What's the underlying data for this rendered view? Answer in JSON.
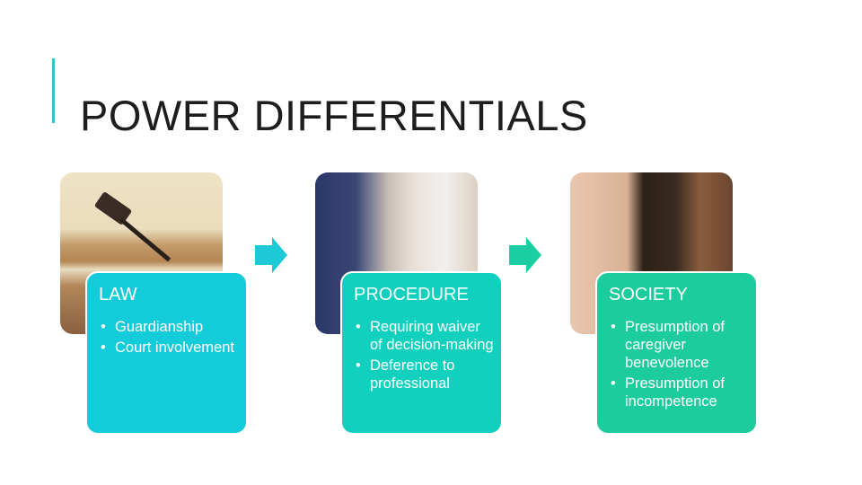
{
  "slide": {
    "title": "POWER DIFFERENTIALS",
    "accent_color": "#3bbfcf"
  },
  "cards": [
    {
      "title": "LAW",
      "image": "gavel-on-books-photo",
      "color": "#14cbd9",
      "bullets": [
        "Guardianship",
        "Court involvement"
      ]
    },
    {
      "title": "PROCEDURE",
      "image": "office-worker-photo",
      "color": "#11d0be",
      "bullets": [
        "Requiring waiver of decision-making",
        "Deference to professional"
      ]
    },
    {
      "title": "SOCIETY",
      "image": "two-faces-photo",
      "color": "#1ccc9c",
      "bullets": [
        "Presumption of caregiver benevolence",
        "Presumption of incompetence"
      ]
    }
  ],
  "arrows": [
    {
      "icon": "right-arrow-icon",
      "color": "#1ec8d6"
    },
    {
      "icon": "right-arrow-icon",
      "color": "#1ccfa3"
    }
  ]
}
